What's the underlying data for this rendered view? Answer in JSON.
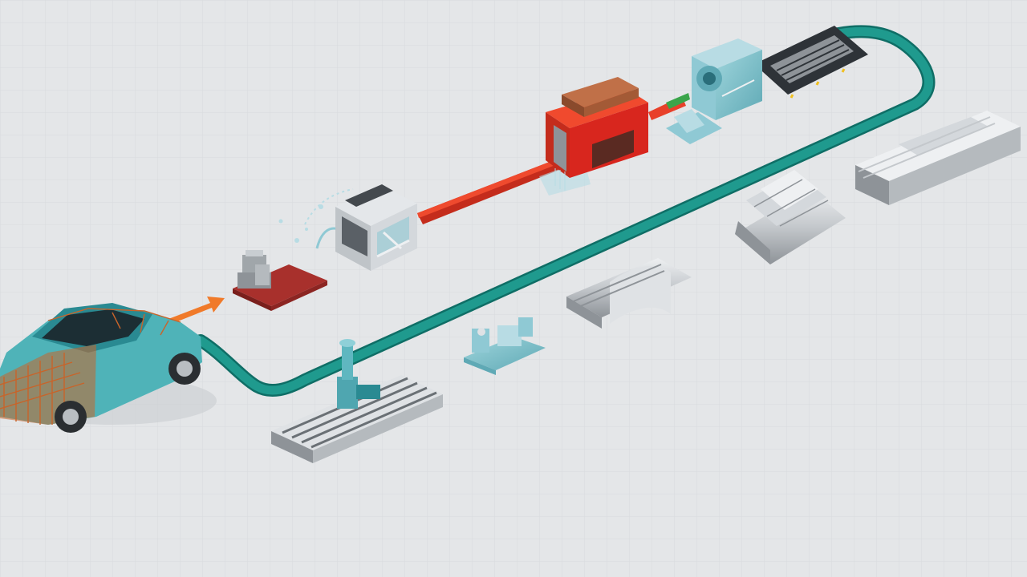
{
  "colors": {
    "background": "#e4e6e8",
    "grid": "#d6d9dc",
    "recycle_belt": "#1f9a8e",
    "recycle_belt_edge": "#0f6e66",
    "process_belt": "#e8402a",
    "arrow_orange": "#f07a2a",
    "car_body": "#4fb3b8",
    "car_frame": "#c8642a",
    "crusher": "#8fc9d4",
    "furnace_red": "#d8261e",
    "ingot_copper": "#b06a40",
    "aluminum": "#c4c8cc",
    "aluminum_dark": "#8e9398",
    "anodize_red": "#a8302c"
  },
  "components": [
    {
      "id": "car",
      "icon": "scrap-car-icon"
    },
    {
      "id": "shredded-parts",
      "icon": "shredded-parts-icon"
    },
    {
      "id": "sorting-unit",
      "icon": "sorting-machine-icon"
    },
    {
      "id": "melting-furnace",
      "icon": "furnace-icon"
    },
    {
      "id": "rolling-mill",
      "icon": "rolling-mill-icon"
    },
    {
      "id": "extrusion-profiles",
      "icon": "aluminum-profile-icon"
    },
    {
      "id": "bent-profiles",
      "icon": "bent-profile-icon"
    },
    {
      "id": "channel-profile",
      "icon": "channel-profile-icon"
    },
    {
      "id": "cast-parts",
      "icon": "cast-parts-icon"
    },
    {
      "id": "cnc-bed",
      "icon": "cnc-machine-icon"
    }
  ]
}
